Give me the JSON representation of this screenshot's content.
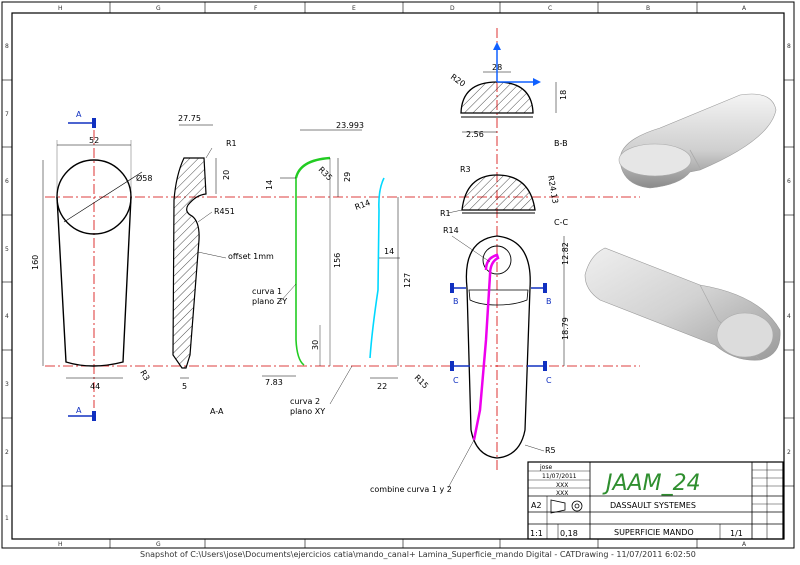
{
  "zones": {
    "columns": [
      "H",
      "G",
      "F",
      "E",
      "D",
      "C",
      "B",
      "A"
    ],
    "rows": [
      "8",
      "7",
      "6",
      "5",
      "4",
      "3",
      "2",
      "1"
    ]
  },
  "view_a": {
    "section_label": "A",
    "d52": "52",
    "d58": "Ø58",
    "d160": "160",
    "d44": "44",
    "r3": "R3"
  },
  "view_aa": {
    "title": "A-A",
    "d2775": "27.75",
    "r1": "R1",
    "d20": "20",
    "r451": "R451",
    "offset": "offset 1mm",
    "d5": "5"
  },
  "view_curves": {
    "d23993": "23.993",
    "r35": "R35",
    "d29": "29",
    "d14a": "14",
    "d156": "156",
    "curva1_line1": "curva 1",
    "curva1_line2": "plano ZY",
    "d30": "30",
    "d783": "7.83",
    "r14": "R14",
    "d14b": "14",
    "d127": "127",
    "d22": "22",
    "r15": "R15",
    "curva2_line1": "curva 2",
    "curva2_line2": "plano XY"
  },
  "view_bb": {
    "d28": "28",
    "r20": "R20",
    "d18": "18",
    "d256": "2.56",
    "title": "B-B"
  },
  "view_cc": {
    "r3": "R3",
    "r1": "R1",
    "r2413": "R24.13",
    "title": "C-C"
  },
  "view_front": {
    "r14": "R14",
    "d1282": "12.82",
    "d1879": "18.79",
    "section_b": "B",
    "section_c": "C",
    "r5": "R5",
    "combine": "combine curva  1 y 2"
  },
  "title_block": {
    "drawn_by": "jose",
    "date": "11/07/2011",
    "checked": "XXX",
    "approved": "XXX",
    "logo_text": "JAAM_24",
    "size": "A2",
    "company": "DASSAULT SYSTEMES",
    "scale": "1:1",
    "weight": "0,18",
    "drawing_title": "SUPERFICIE MANDO",
    "sheet": "1/1"
  },
  "snapshot_caption": "Snapshot of C:\\Users\\jose\\Documents\\ejercicios catia\\mando_canal+ Lamina_Superficie_mando Digital - CATDrawing - 11/07/2011 6:02:50",
  "colors": {
    "centerline": "#d40000",
    "curve_green": "#22cc22",
    "curve_cyan": "#00d8ff",
    "curve_magenta": "#ee00ee",
    "section_marker": "#1030c0",
    "axis_blue": "#1060ff",
    "logo_green": "#2f8f2f"
  }
}
